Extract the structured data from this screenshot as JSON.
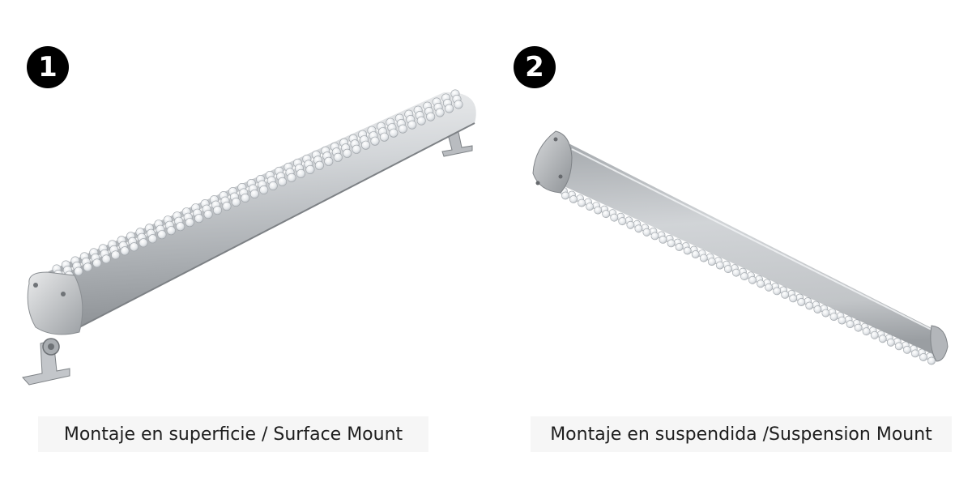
{
  "panels": [
    {
      "number": "1",
      "caption": "Montaje en superficie / Surface Mount",
      "image": "led-linear-bar-surface-mount"
    },
    {
      "number": "2",
      "caption": "Montaje en suspendida /Suspension Mount",
      "image": "led-linear-bar-suspension-mount"
    }
  ],
  "colors": {
    "badge": "#000000",
    "badge_text": "#ffffff",
    "caption_bg": "#f6f6f6",
    "housing": "#c4c7ca",
    "lens": "#f2f4f6"
  }
}
